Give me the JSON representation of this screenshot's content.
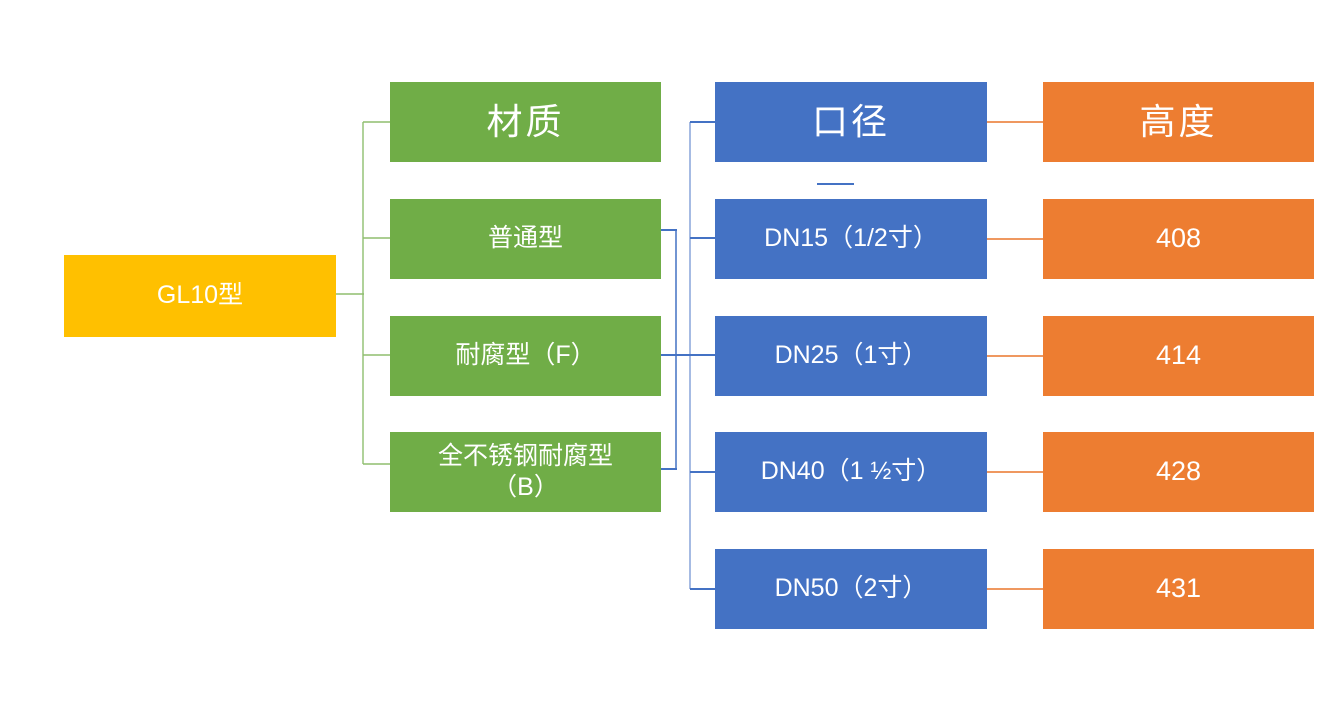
{
  "diagram": {
    "root": {
      "label": "GL10型"
    },
    "material_column": {
      "header": "材质",
      "items": [
        "普通型",
        "耐腐型（F）",
        "全不锈钢耐腐型\n（B）"
      ]
    },
    "diameter_column": {
      "header": "口径",
      "items": [
        "DN15（1/2寸）",
        "DN25（1寸）",
        "DN40（1 ½寸）",
        "DN50（2寸）"
      ]
    },
    "height_column": {
      "header": "高度",
      "items": [
        "408",
        "414",
        "428",
        "431"
      ]
    }
  },
  "colors": {
    "root_fill": "#FFC000",
    "material_fill": "#70AD47",
    "diameter_fill": "#4472C4",
    "height_fill": "#ED7D31",
    "green_connector": "#8FBE6F",
    "blue_connector": "#4472C4",
    "blue_connector_light": "#8FAADC",
    "orange_connector": "#ED8A4A",
    "text": "#FFFFFF",
    "background": "#FFFFFF"
  }
}
